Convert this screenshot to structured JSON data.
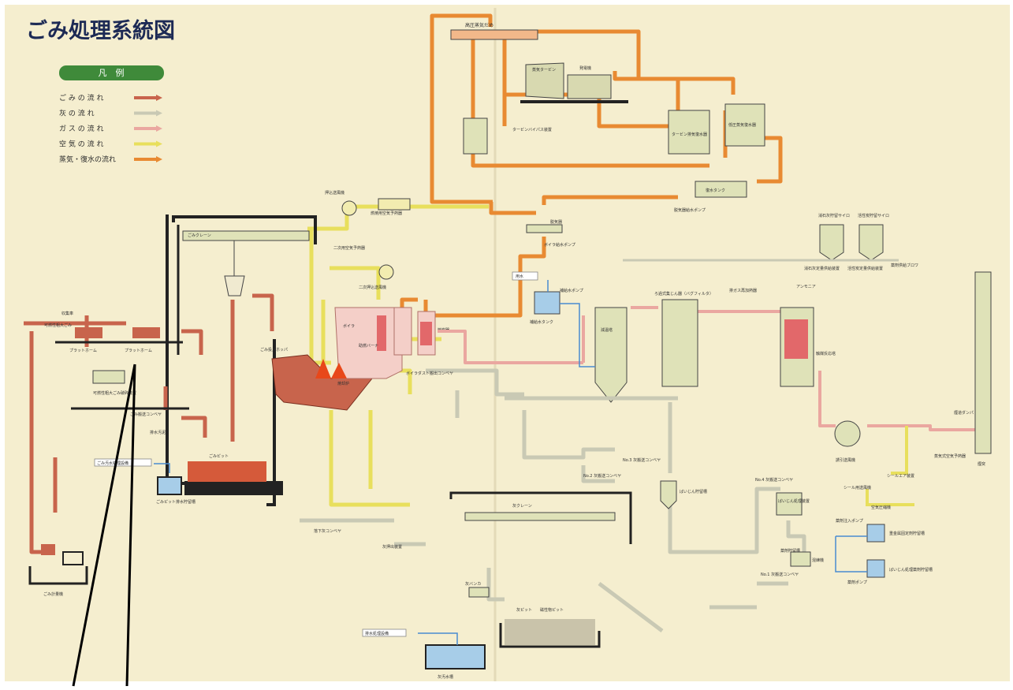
{
  "title": "ごみ処理系統図",
  "legend": {
    "header": "凡　例",
    "items": [
      {
        "label": "ご み の 流 れ",
        "color": "#c8644c"
      },
      {
        "label": "灰 の 流 れ",
        "color": "#c9c9b4"
      },
      {
        "label": "ガ ス の 流 れ",
        "color": "#eaa7a0"
      },
      {
        "label": "空 気 の 流 れ",
        "color": "#e8df5c"
      },
      {
        "label": "蒸気・復水の流れ",
        "color": "#e88a32"
      }
    ]
  },
  "colors": {
    "background": "#f5eecf",
    "waste": "#c8644c",
    "ash": "#c9c9b4",
    "gas": "#eaa7a0",
    "air": "#e8df5c",
    "steam": "#e88a32",
    "water": "#4a8bd0"
  },
  "labels": {
    "high_pressure_header": "高圧蒸気だめ",
    "turbine": "蒸気タービン",
    "generator": "発電機",
    "turbine_bypass": "タービンバイパス装置",
    "turbine_condenser": "タービン排気復水器",
    "low_pressure_condenser": "低圧蒸気復水器",
    "condensate_tank": "復水タンク",
    "deaerator": "脱気器",
    "boiler_feed_pump": "ボイラ給水ポンプ",
    "deaerator_feed_pump": "脱気器給水ポンプ",
    "forced_draft_fan": "押込送風機",
    "air_preheater": "燃焼用空気予熱器",
    "secondary_preheater": "二次用空気予熱器",
    "secondary_fan": "二次押込送風機",
    "waste_crane": "ごみクレーン",
    "platform_1": "プラットホーム",
    "platform_2": "プラットホーム",
    "collection_truck": "収集車",
    "bulky_waste": "可燃性粗大ごみ",
    "waste_hopper": "ごみ投入ホッパ",
    "waste_pit": "ごみピット",
    "shredder": "可燃性粗大ごみ破砕装置",
    "waste_conveyor": "ごみ搬送コンベヤ",
    "sewage_to": "ごみ汚水処理設備",
    "pit_drain_tank": "ごみピット排水貯留槽",
    "drain_ditch": "排水汚泥",
    "truck_scale": "ごみ計量機",
    "boiler": "ボイラ",
    "burner": "助燃バーナ",
    "incinerator": "焼却炉",
    "economizer": "節炭器",
    "ash_conveyor_1": "ボイラダスト搬出コンベヤ",
    "ash_conveyor_2": "灰押出装置",
    "bottom_conveyor": "落下灰コンベヤ",
    "ash_crane": "灰クレーン",
    "ash_pit": "灰ピット",
    "ash_bunker": "灰バンカ",
    "magnetic_separator": "磁性物ピット",
    "ash_water": "灰汚水槽",
    "ash_sewage_to": "排水処理設備",
    "cooling_tower": "減温塔",
    "bag_filter": "ろ過式集じん器（バグフィルタ）",
    "catalyst_reactor": "触媒反応塔",
    "induced_fan": "誘引送風機",
    "stack": "煙突",
    "flue_gas_reheater": "排ガス再加熱器",
    "damper": "煙道ダンパ",
    "chemical_storage": "薬剤貯留槽",
    "conveyor_no1": "No.1 灰搬送コンベヤ",
    "conveyor_no2": "No.2 灰搬送コンベヤ",
    "conveyor_no3": "No.3 灰搬送コンベヤ",
    "conveyor_no4": "No.4 灰搬送コンベヤ",
    "fly_ash_silo": "ばいじん貯留槽",
    "fly_ash_treatment": "ばいじん処理装置",
    "kneader": "混練機",
    "ammonia": "アンモニア",
    "lime_silo": "消石灰貯留サイロ",
    "carbon_silo": "活性炭貯留サイロ",
    "lime_feeder": "消石灰定量供給装置",
    "carbon_feeder": "活性炭定量供給装置",
    "blower": "薬剤供給ブロワ",
    "water_tank": "補給水タンク",
    "water_pump": "補給水ポンプ",
    "fresh_water": "用水",
    "steam_heater": "蒸気式空気予熱器",
    "seal_air_fan": "シール用送風機",
    "sealing_air": "シールエア装置",
    "air_pump": "空気圧縮機",
    "fixed_chem_pump": "薬剤注入ポンプ",
    "heavy_metal_tank": "重金属固定剤貯留槽",
    "fly_ash_chem_tank": "ばいじん処理薬剤貯留槽",
    "chem_pump": "薬剤ポンプ"
  }
}
